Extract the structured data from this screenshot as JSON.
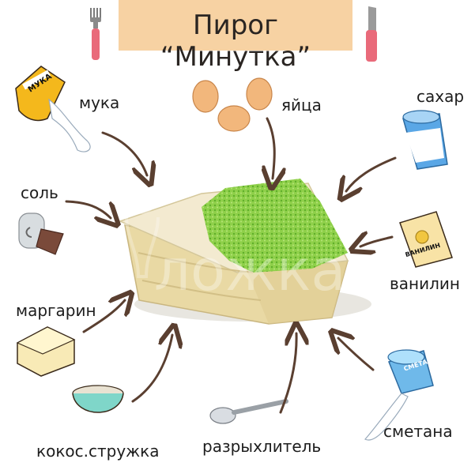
{
  "title": "Пирог “Минутка”",
  "watermark": "ложка",
  "ingredients": {
    "flour": "мука",
    "eggs": "яйца",
    "sugar": "сахар",
    "salt": "соль",
    "vanillin": "ванилин",
    "margarine": "маргарин",
    "sour_cream": "сметана",
    "coconut": "кокос.стружка",
    "baking_powder": "разрыхлитель"
  },
  "package_labels": {
    "flour_bag": "МУКА",
    "vanillin_pack": "ВАНИЛИН",
    "sour_cream_pack": "СМЕТАНА"
  },
  "colors": {
    "banner": "#f7d2a3",
    "arrow": "#5a3f30",
    "coconut_green": "#7ccb3a",
    "cake": "#e9dcb0"
  }
}
